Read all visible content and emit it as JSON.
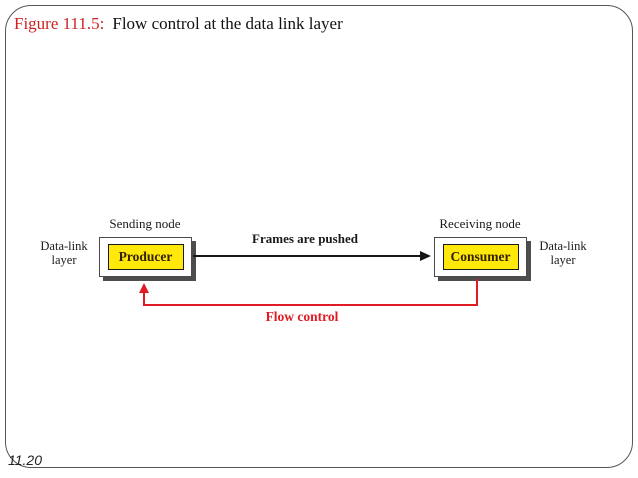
{
  "slide": {
    "title_prefix": "Figure 111.5:",
    "title_text": "Flow control at the data link layer",
    "page_number": "11.20"
  },
  "diagram": {
    "sending_node_label": "Sending node",
    "receiving_node_label": "Receiving node",
    "layer_label_line1": "Data-link",
    "layer_label_line2": "layer",
    "producer_label": "Producer",
    "consumer_label": "Consumer",
    "frames_arrow_label": "Frames are pushed",
    "flow_arrow_label": "Flow control"
  },
  "colors": {
    "title_red": "#cc2222",
    "accent_red": "#e01b24",
    "box_yellow": "#ffe80a",
    "shadow_gray": "#4d4d4d",
    "line_black": "#151515",
    "border_gray": "#555555"
  }
}
